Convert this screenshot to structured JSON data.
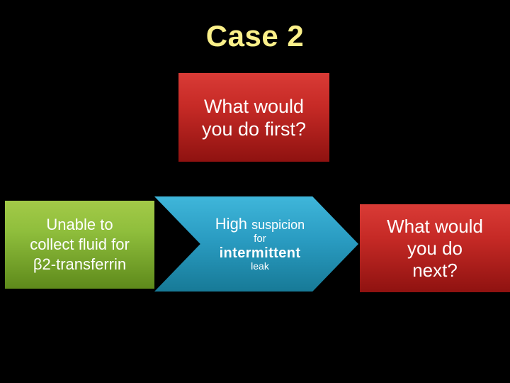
{
  "slide": {
    "title": "Case 2",
    "title_color": "#fbf08a",
    "background_color": "#000000"
  },
  "question_box": {
    "text_line_1": "What would",
    "text_line_2": "you do first?",
    "color_top": "#d93b36",
    "color_bottom": "#8f1210",
    "text_color": "#ffffff"
  },
  "green_box": {
    "text_line_1": "Unable to",
    "text_line_2": "collect fluid for",
    "text_line_3": "β2-transferrin",
    "color_top": "#a3ca48",
    "color_bottom": "#5e8a1b",
    "text_color": "#ffffff"
  },
  "chevron_arrow": {
    "line_1_big": "High ",
    "line_1_small": "suspicion",
    "line_2": "for",
    "line_3": "intermittent",
    "line_4": "leak",
    "color_top": "#3fb6da",
    "color_bottom": "#177a97",
    "text_color": "#ffffff"
  },
  "next_box": {
    "text_line_1": "What would",
    "text_line_2": "you do",
    "text_line_3": "next?",
    "color_top": "#d93b36",
    "color_bottom": "#8f1210",
    "text_color": "#ffffff"
  }
}
